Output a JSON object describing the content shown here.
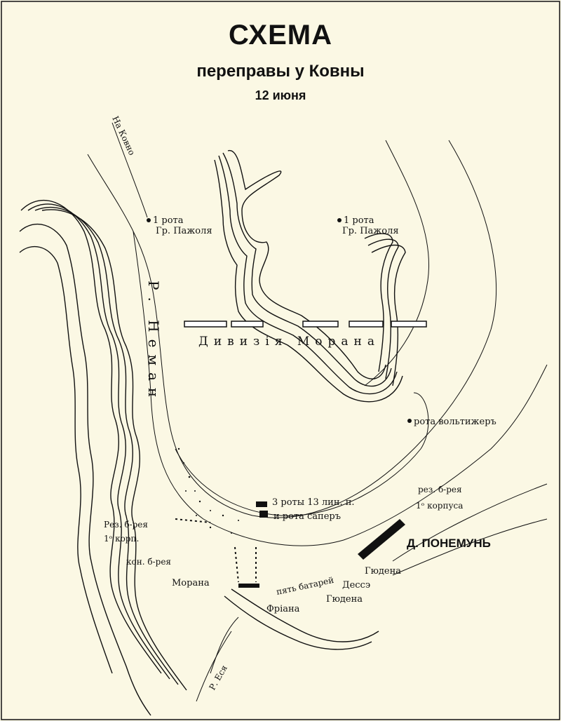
{
  "title": "СХЕМА",
  "subtitle": "переправы у Ковны",
  "date": "12 июня",
  "labels": {
    "road_kovno": "На Ковно",
    "company_left": "1 рота",
    "count_left": "Гр. Пажоля",
    "company_right": "1 рота",
    "count_right": "Гр. Пажоля",
    "river_neman": "Р. Неман",
    "division": "Дивизія Морана",
    "voltigeur": "рота вольтижеръ",
    "companies_13": "3 роты 13 лин. п.",
    "sappers": "и рота саперъ",
    "reserve_battery_1": "Рез. б-рея",
    "corps_1": "1ᵒ корп.",
    "horse_battery": "кон. б-рея",
    "moran": "Морана",
    "reserve_battery_2": "рез. б-рея",
    "corps_2": "1ᵒ корпуса",
    "ponemun": "Д. ПОНЕМУНЬ",
    "batteries": "пять батарей",
    "gudena": "Гюдена",
    "dessey": "Дессэ",
    "friana": "Фріана",
    "river_es": "Р. Еся"
  },
  "icons": [
    "company-flag-icon",
    "bridge-icon",
    "artillery-icon",
    "village-icon"
  ]
}
